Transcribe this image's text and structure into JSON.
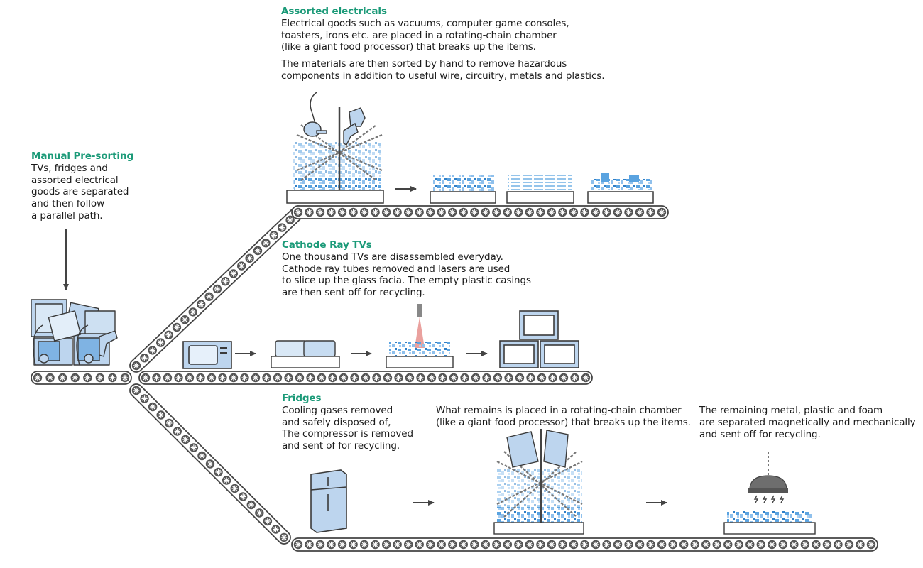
{
  "colors": {
    "heading": "#1b9a78",
    "item_fill": "#bdd5ee",
    "item_stroke": "#3a3a3a",
    "debris_blue": "#5aa3e0",
    "belt_stroke": "#444444",
    "laser": "#d9534f"
  },
  "sections": {
    "presort": {
      "title": "Manual Pre-sorting",
      "lines": [
        "TVs, fridges and",
        "assorted electrical",
        "goods are separated",
        "and then follow",
        "a parallel path."
      ]
    },
    "electricals": {
      "title": "Assorted electricals",
      "para1": [
        "Electrical goods such as vacuums, computer game consoles,",
        "toasters, irons etc. are placed in a rotating-chain chamber",
        "(like a giant food processor) that breaks up the items."
      ],
      "para2": [
        "The materials are then sorted by hand to remove hazardous",
        "components in addition to useful wire, circuitry, metals and plastics."
      ]
    },
    "tvs": {
      "title": "Cathode Ray TVs",
      "lines": [
        "One thousand TVs are disassembled everyday.",
        "Cathode ray tubes removed and lasers are used",
        "to slice up the glass facia. The empty plastic casings",
        "are then sent off for recycling."
      ]
    },
    "fridges": {
      "title": "Fridges",
      "lines": [
        "Cooling gases removed",
        "and safely disposed of,",
        "The compressor is removed",
        "and sent of for recycling."
      ]
    },
    "chamber": {
      "lines": [
        "What remains is placed in a rotating-chain chamber",
        "(like a giant food processor) that breaks up the items."
      ]
    },
    "separation": {
      "lines": [
        "The remaining metal, plastic and foam",
        "are separated magnetically and mechanically",
        "and sent off for recycling."
      ]
    }
  },
  "icons": {
    "pile": "appliance-pile-icon",
    "vacuum": "vacuum-cleaner-icon",
    "hairdryer": "hair-dryer-icon",
    "toaster": "toaster-icon",
    "tv": "crt-tv-icon",
    "fridge": "fridge-icon",
    "chain_chamber": "rotating-chain-chamber-icon",
    "laser": "laser-cutter-icon",
    "magnet": "magnetic-separator-icon",
    "arrow": "flow-arrow-icon"
  }
}
